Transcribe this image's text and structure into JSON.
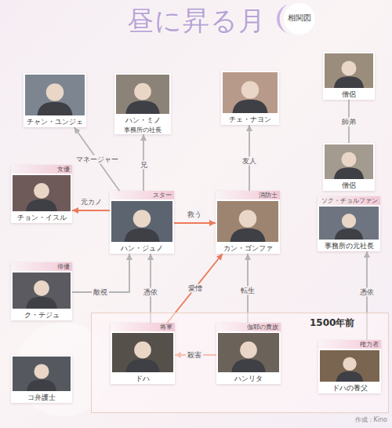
{
  "diagram": {
    "title": "昼に昇る月",
    "nodes": [
      {
        "text": [
          "チャン・ユンジェ"
        ]
      },
      {
        "text": [
          "ハン・ミノ",
          "事務所の社長"
        ]
      },
      {
        "text": [
          "チェ・ナヨン"
        ]
      },
      {
        "text": [
          "僧侶"
        ]
      },
      {
        "text": [
          "僧侶"
        ]
      },
      {
        "text": [
          "女優",
          "チョン・イスル"
        ]
      },
      {
        "text": [
          "スター",
          "ハン・ジュノ"
        ]
      },
      {
        "text": [
          "消防士",
          "カン・ゴンファ"
        ]
      },
      {
        "text": [
          "ソク・チョルファン",
          "事務所の元社長"
        ]
      },
      {
        "text": [
          "俳優",
          "ク・テジュ"
        ]
      },
      {
        "text": [
          "1500年前"
        ]
      },
      {
        "text": [
          "将軍",
          "ドハ"
        ],
        "in": 10
      },
      {
        "text": [
          "伽耶の貴族",
          "ハンリタ"
        ],
        "in": 10
      },
      {
        "text": [
          "権力者",
          "ドハの養父"
        ],
        "in": 10
      },
      {
        "text": [
          "コ弁護士"
        ]
      }
    ],
    "edges": [
      {
        "from": 6,
        "to": 0,
        "label": "マネージャー",
        "arrow": "to"
      },
      {
        "from": 6,
        "to": 1,
        "label": "兄",
        "arrow": "to"
      },
      {
        "from": 7,
        "to": 2,
        "label": "友人",
        "arrow": "to"
      },
      {
        "from": 3,
        "to": 4,
        "label": "師弟",
        "arrow": "none"
      },
      {
        "from": 6,
        "to": 5,
        "label": "元カノ",
        "arrow": "to"
      },
      {
        "from": 9,
        "to": 6,
        "label": "敵視",
        "arrow": "to"
      },
      {
        "from": 6,
        "to": 7,
        "label": "救う",
        "arrow": "to"
      },
      {
        "from": 11,
        "to": 6,
        "label": "憑依",
        "arrow": "to"
      },
      {
        "from": 11,
        "to": 7,
        "label": "愛憎",
        "arrow": "to"
      },
      {
        "from": 12,
        "to": 7,
        "label": "転生",
        "arrow": "to"
      },
      {
        "from": 12,
        "to": 11,
        "label": "殺害",
        "arrow": "to"
      },
      {
        "from": 13,
        "to": 8,
        "label": "憑依",
        "arrow": "to"
      }
    ],
    "labels": [
      "相関図",
      "作成：Kino"
    ]
  }
}
